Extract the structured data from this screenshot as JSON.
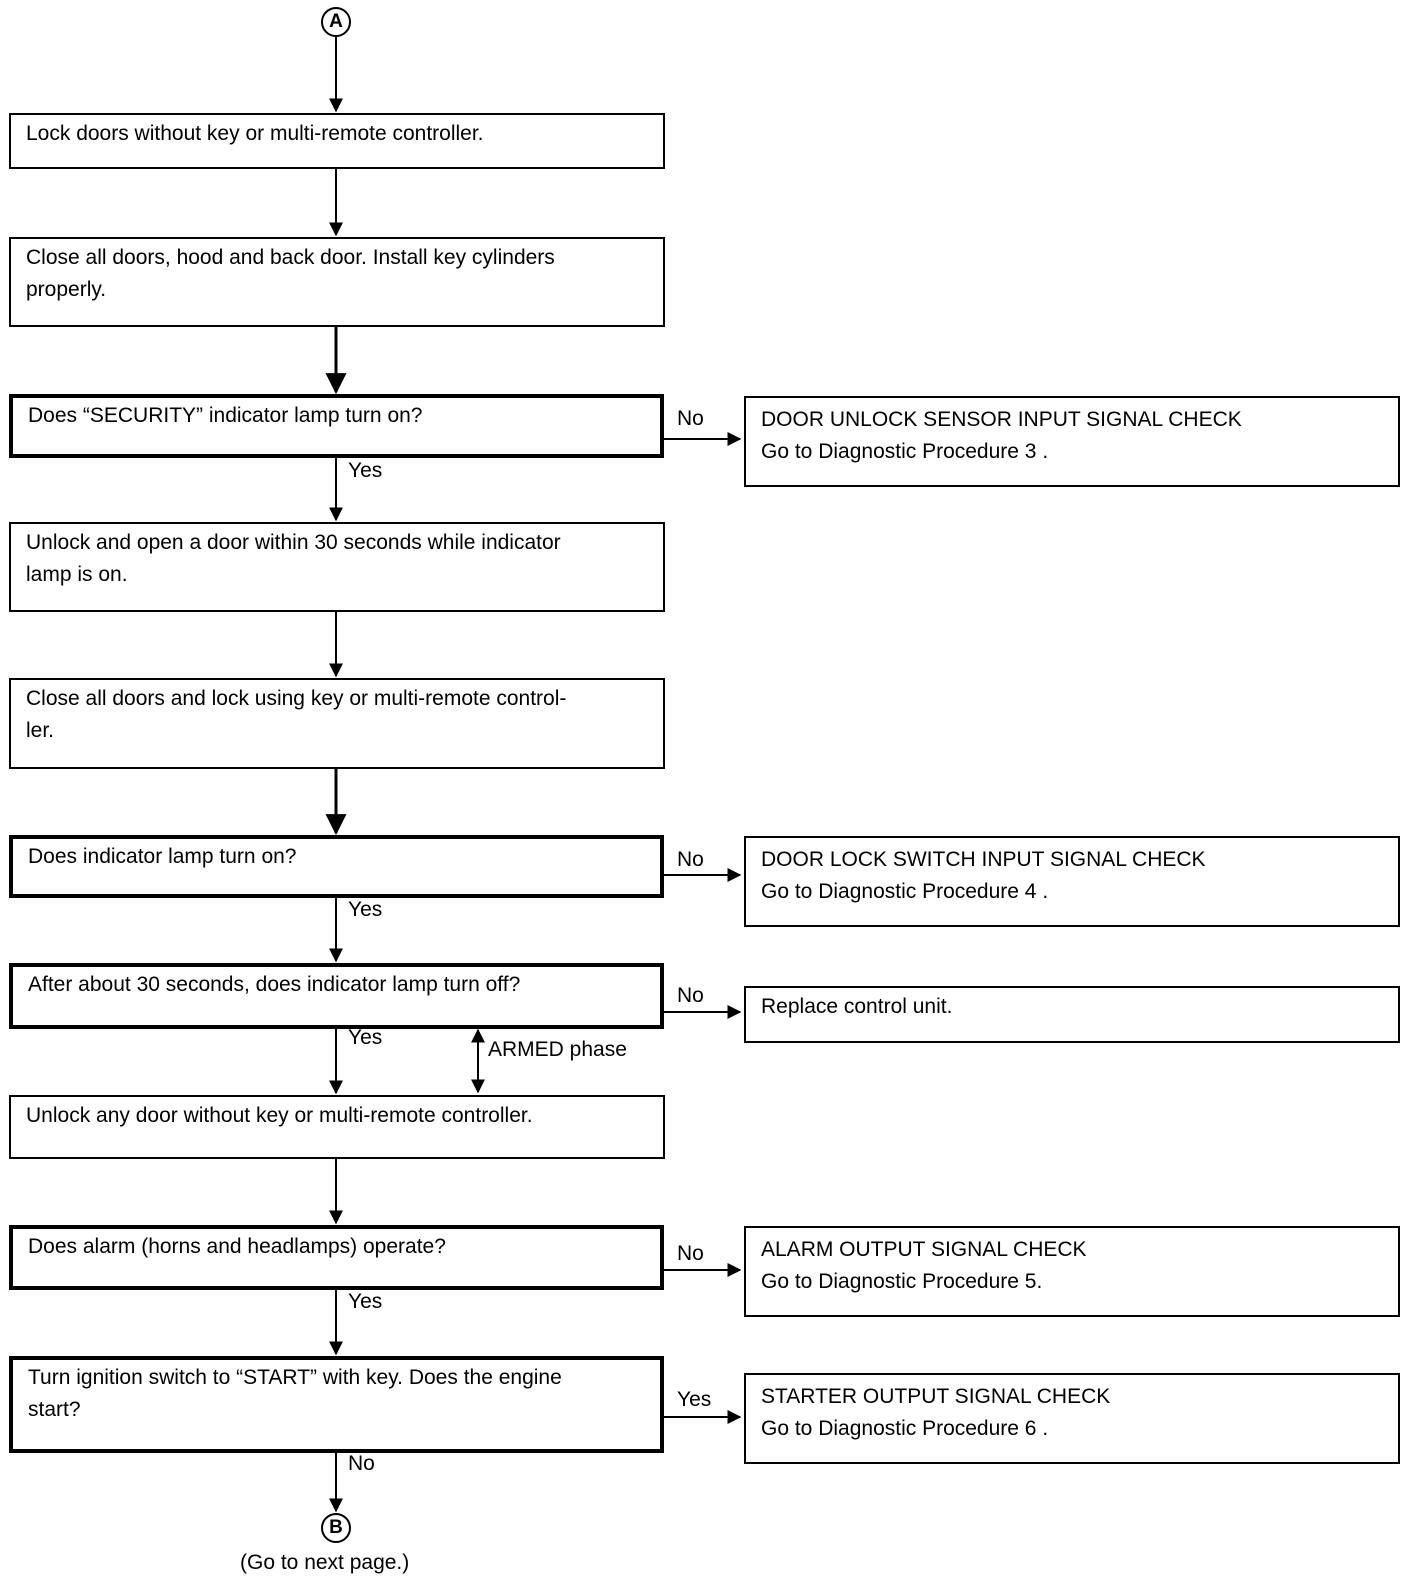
{
  "connectors": {
    "top": "A",
    "bottom": "B"
  },
  "footer_note": "(Go to next page.)",
  "steps": {
    "s1": [
      "Lock doors without key or multi-remote controller."
    ],
    "s2": [
      "Close all doors, hood and back door. Install key cylinders",
      "properly."
    ],
    "q1": [
      "Does “SECURITY” indicator lamp turn on?"
    ],
    "s3": [
      "Unlock and open a door within 30 seconds while indicator",
      "lamp is on."
    ],
    "s4": [
      "Close all doors and lock using key or multi-remote control-",
      "ler."
    ],
    "q2": [
      "Does indicator lamp turn on?"
    ],
    "q3": [
      "After about 30 seconds, does indicator lamp turn off?"
    ],
    "s5": [
      "Unlock any door without key or multi-remote controller."
    ],
    "q4": [
      "Does alarm (horns and headlamps) operate?"
    ],
    "q5": [
      "Turn ignition switch to “START” with key. Does the engine",
      "start?"
    ]
  },
  "results": {
    "r1": [
      "DOOR UNLOCK SENSOR INPUT SIGNAL CHECK",
      "Go to Diagnostic Procedure 3 ."
    ],
    "r2": [
      "DOOR LOCK SWITCH INPUT SIGNAL CHECK",
      "Go to Diagnostic Procedure 4 ."
    ],
    "r3": [
      "Replace control unit."
    ],
    "r4": [
      "ALARM OUTPUT SIGNAL CHECK",
      "Go to Diagnostic Procedure 5."
    ],
    "r5": [
      "STARTER OUTPUT SIGNAL CHECK",
      "Go to Diagnostic Procedure 6 ."
    ]
  },
  "labels": {
    "yes": "Yes",
    "no": "No",
    "armed_phase": "ARMED phase"
  }
}
